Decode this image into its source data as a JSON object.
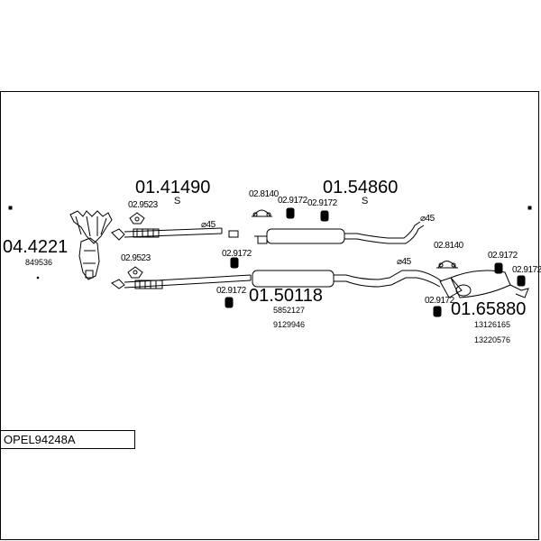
{
  "title": "OPEL94248A",
  "parts": {
    "p1": {
      "code": "04.4221",
      "ref": "849536"
    },
    "p2": {
      "code": "01.41490",
      "suffix": "S"
    },
    "p3": {
      "code": "01.54860",
      "suffix": "S"
    },
    "p4": {
      "code": "01.50118",
      "ref1": "5852127",
      "ref2": "9129946"
    },
    "p5": {
      "code": "01.65880",
      "ref1": "13126165",
      "ref2": "13220576"
    }
  },
  "small_parts": {
    "clamp_a": "02.9523",
    "clamp_b": "02.9523",
    "hanger_top": "02.8140",
    "hanger_right": "02.8140",
    "rubber_1": "02.9172",
    "rubber_2": "02.9172",
    "rubber_3": "02.9172",
    "rubber_4": "02.9172",
    "rubber_5": "02.9172",
    "rubber_6": "02.9172",
    "rubber_7": "02.9172"
  },
  "diameters": {
    "d1": "⌀45",
    "d2": "⌀45",
    "d3": "⌀45"
  }
}
